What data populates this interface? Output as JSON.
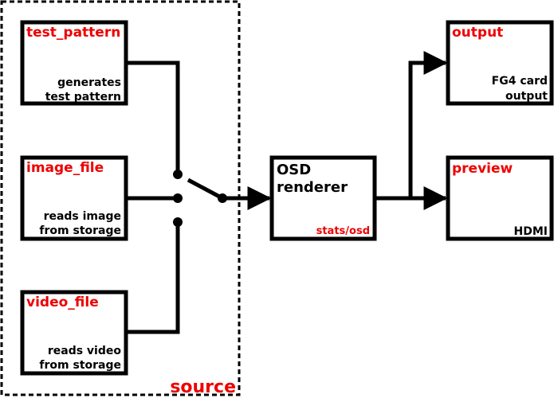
{
  "group": {
    "label": "source"
  },
  "sources": [
    {
      "name": "test_pattern",
      "desc_lines": [
        "generates",
        "test pattern"
      ]
    },
    {
      "name": "image_file",
      "desc_lines": [
        "reads image",
        "from storage"
      ]
    },
    {
      "name": "video_file",
      "desc_lines": [
        "reads video",
        "from storage"
      ]
    }
  ],
  "renderer": {
    "title_lines": [
      "OSD",
      "renderer"
    ],
    "sub": "stats/osd"
  },
  "outputs": [
    {
      "name": "output",
      "desc_lines": [
        "FG4 card",
        "output"
      ]
    },
    {
      "name": "preview",
      "desc_lines": [
        "HDMI"
      ]
    }
  ],
  "colors": {
    "label_red": "#ee0000",
    "line": "#000000"
  }
}
